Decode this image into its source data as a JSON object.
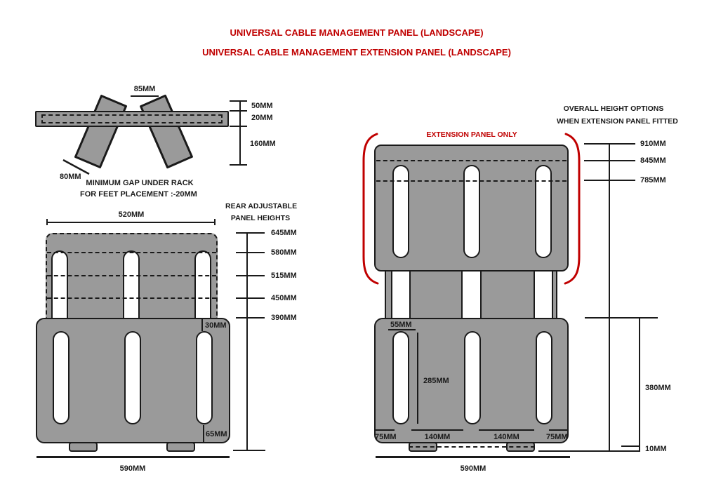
{
  "titles": {
    "line1": "UNIVERSAL CABLE MANAGEMENT PANEL (LANDSCAPE)",
    "line2": "UNIVERSAL CABLE MANAGEMENT EXTENSION PANEL (LANDSCAPE)"
  },
  "colors": {
    "accent_red": "#C00000",
    "panel_gray": "#9A9A9A",
    "ink": "#1A1A1A"
  },
  "side_view": {
    "gap_label": "85MM",
    "above_label": "50MM",
    "bar_label": "20MM",
    "below_label": "160MM",
    "foot_label": "80MM",
    "note1": "MINIMUM GAP UNDER RACK",
    "note2": "FOR FEET PLACEMENT :-20MM"
  },
  "left_assembly": {
    "width_label": "520MM",
    "scale_title1": "REAR ADJUSTABLE",
    "scale_title2": "PANEL HEIGHTS",
    "heights": [
      "645MM",
      "580MM",
      "515MM",
      "450MM",
      "390MM"
    ],
    "inset_top": "30MM",
    "inset_bottom": "65MM",
    "base_label": "590MM"
  },
  "right_assembly": {
    "header1": "OVERALL HEIGHT OPTIONS",
    "header2": "WHEN EXTENSION PANEL FITTED",
    "extension_label": "EXTENSION PANEL ONLY",
    "overall_heights": [
      "910MM",
      "845MM",
      "785MM"
    ],
    "offset_label": "55MM",
    "slot_label": "285MM",
    "spacings": [
      "75MM",
      "140MM",
      "140MM",
      "75MM"
    ],
    "height_label": "380MM",
    "foot_label": "10MM",
    "base_label": "590MM"
  }
}
